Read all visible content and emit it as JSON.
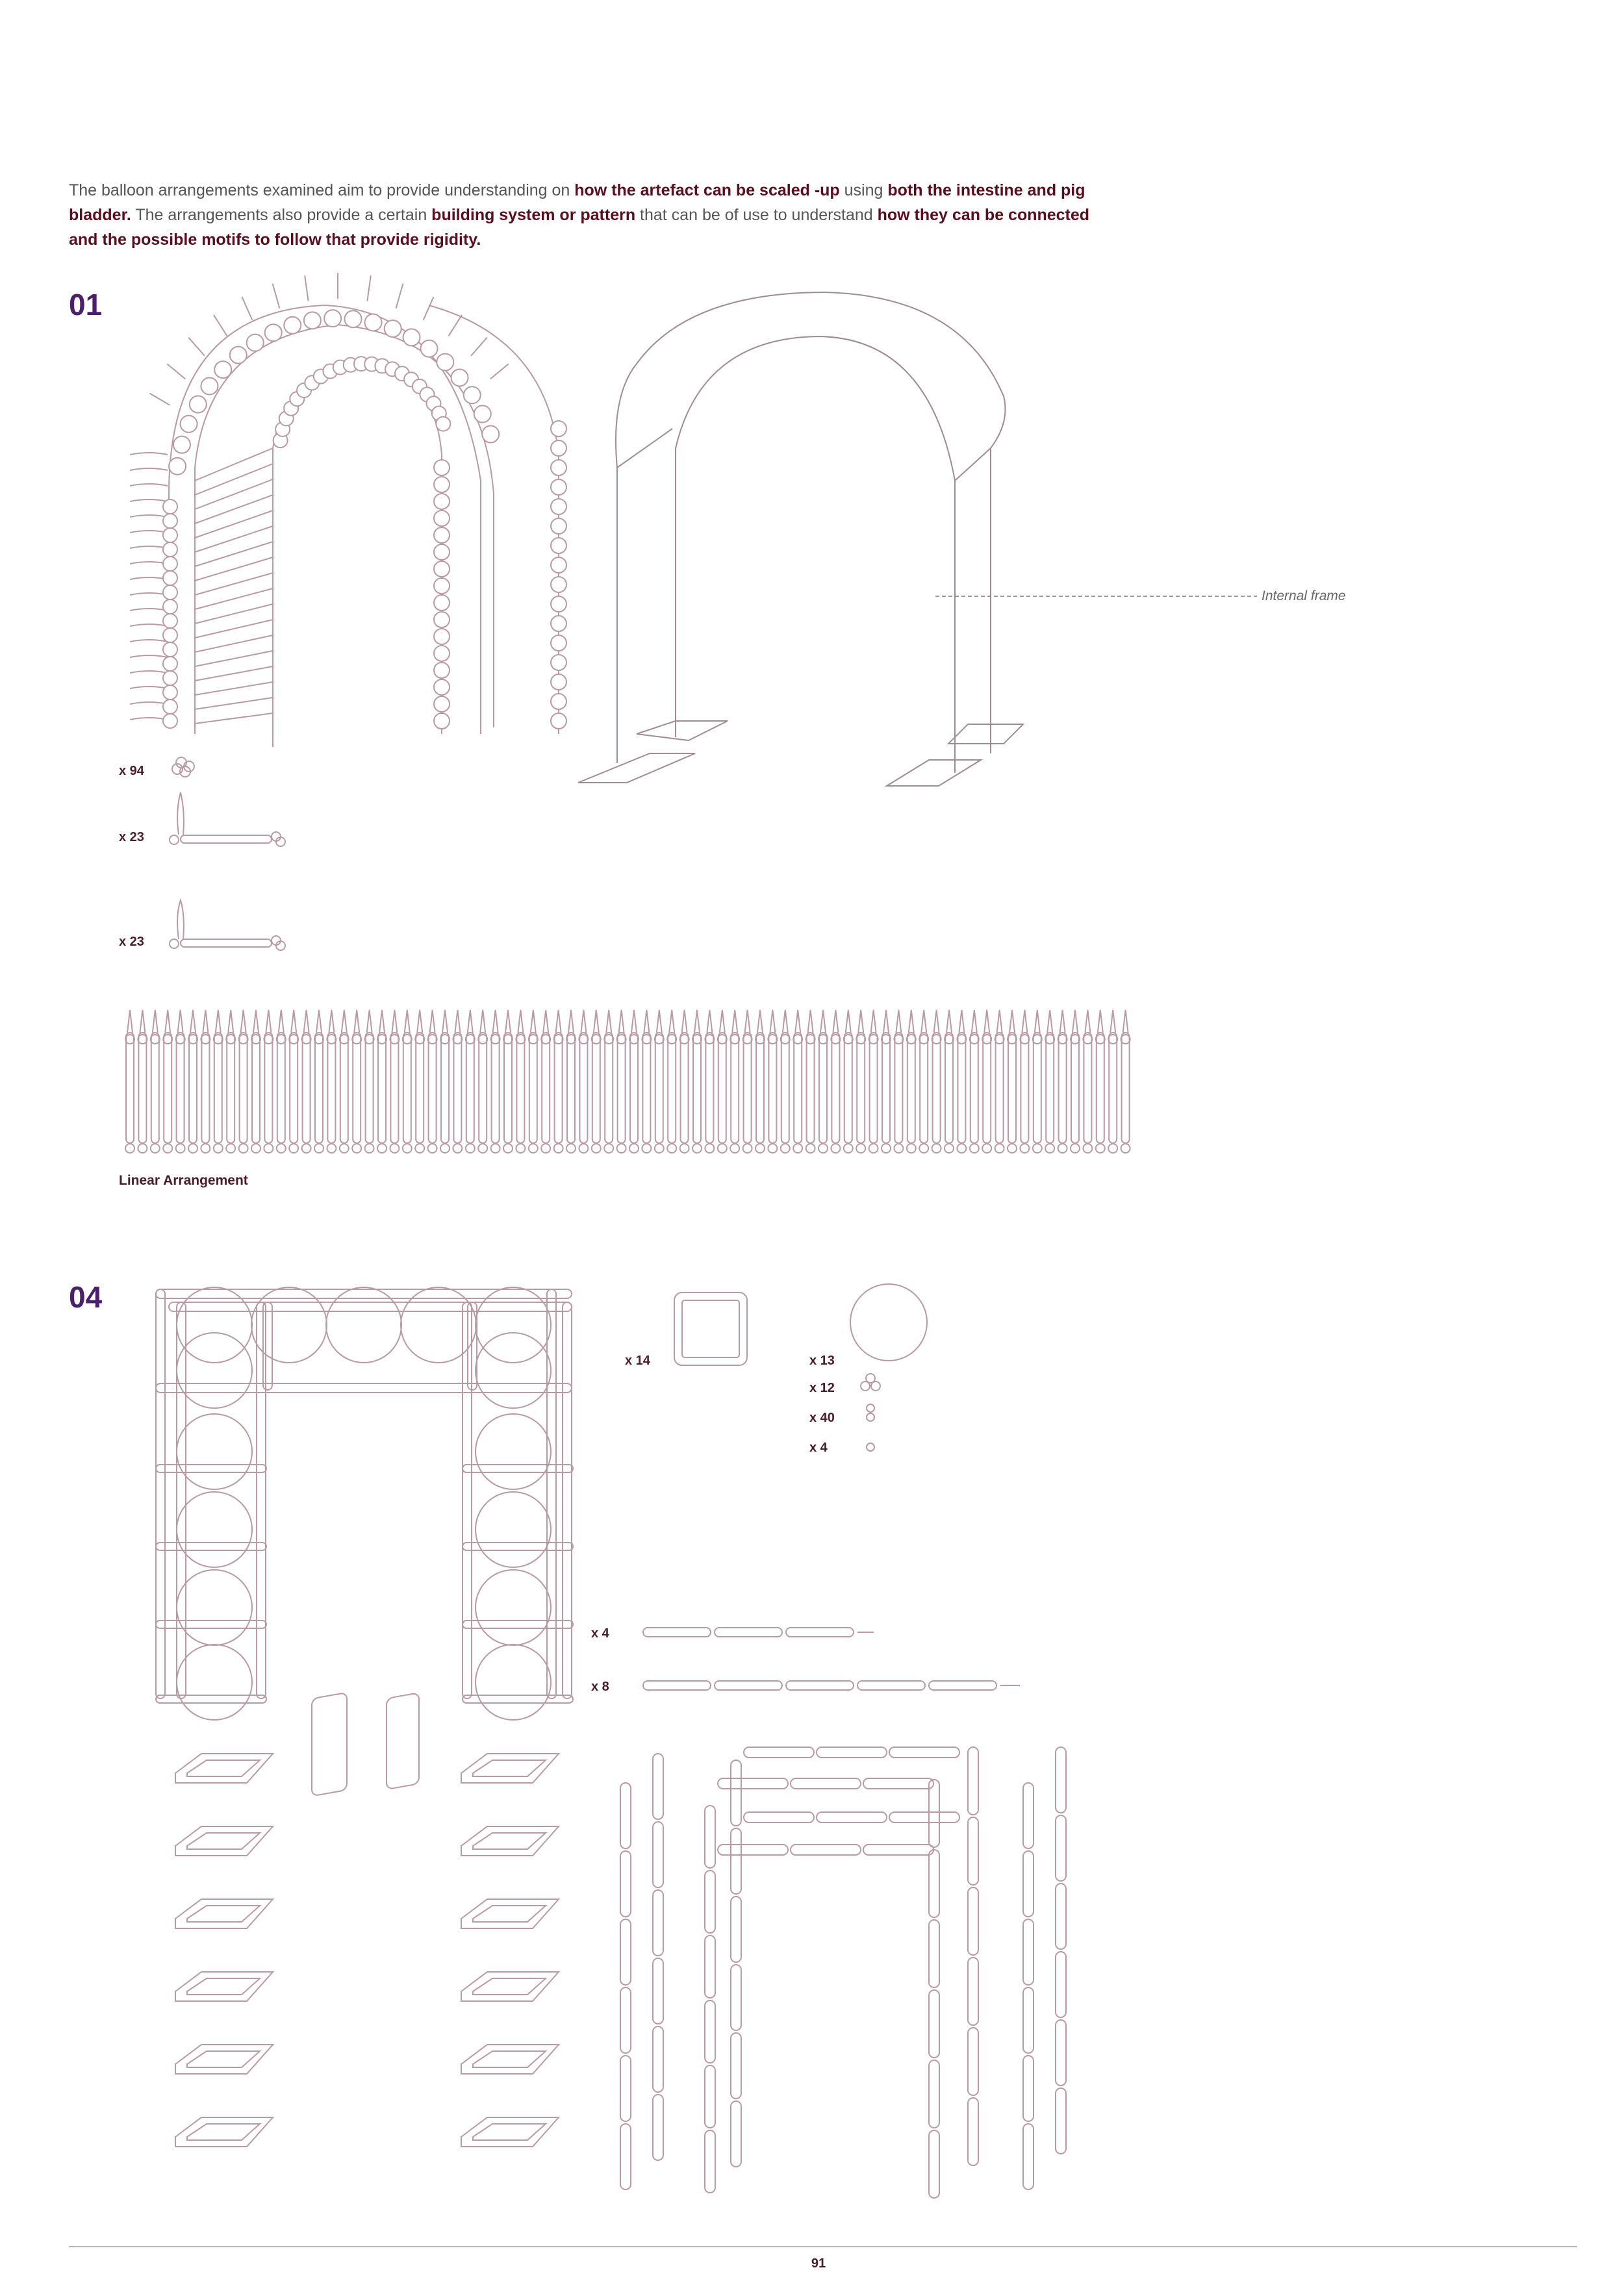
{
  "intro": [
    {
      "text": "The balloon arrangements examined aim to provide understanding on ",
      "bold": false
    },
    {
      "text": "how the artefact can be scaled -up",
      "bold": true
    },
    {
      "text": " using ",
      "bold": false
    },
    {
      "text": "both the intestine and pig bladder.",
      "bold": true
    },
    {
      "text": " The arrangements also provide a certain ",
      "bold": false
    },
    {
      "text": "building system or pattern",
      "bold": true
    },
    {
      "text": " that can be of use to understand ",
      "bold": false
    },
    {
      "text": "how they can be connected and the possible motifs to follow that provide rigidity.",
      "bold": true
    }
  ],
  "section_01": {
    "number": "01",
    "callout": "Internal frame",
    "quantities": [
      "x 94",
      "x 23",
      "x 23"
    ],
    "caption": "Linear Arrangement"
  },
  "section_04": {
    "number": "04",
    "quantities": {
      "square": "x 14",
      "circle": "x 13",
      "trio": "x 12",
      "pair": "x 40",
      "single": "x 4",
      "chain_short": "x 4",
      "chain_long": "x 8"
    }
  },
  "footer": {
    "page_number": "91"
  },
  "colors": {
    "accent_number": "#4b1f6e",
    "bold_text": "#5a0f1e",
    "line_art": "#b89aa2"
  }
}
